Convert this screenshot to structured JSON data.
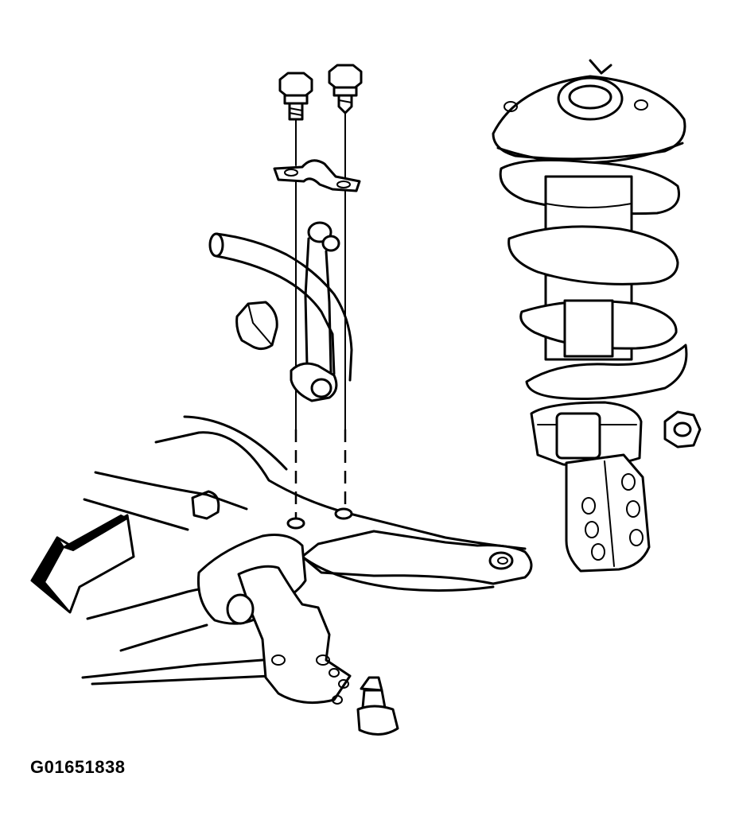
{
  "figure": {
    "id_label": "G01651838"
  },
  "colors": {
    "line": "#000000",
    "background": "#ffffff"
  },
  "parts": [
    "bolt-left",
    "bolt-right",
    "stabilizer-bracket",
    "stabilizer-bar",
    "stabilizer-bushing",
    "stabilizer-link",
    "strut-assembly",
    "strut-nut",
    "crossmember-frame",
    "lower-control-arm",
    "ball-joint",
    "front-direction-arrow"
  ]
}
